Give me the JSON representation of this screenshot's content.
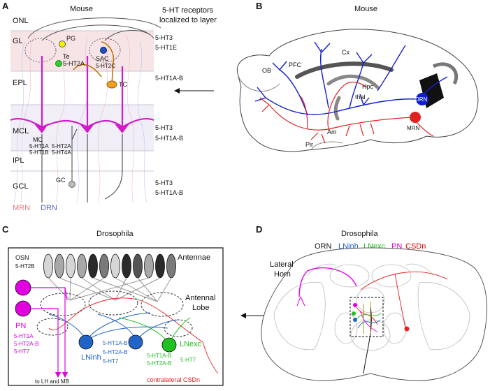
{
  "panels": {
    "A": {
      "letter": "A",
      "title": "Mouse",
      "heading_line1": "5-HT receptors",
      "heading_line2": "localized to layer",
      "layers": [
        "ONL",
        "GL",
        "EPL",
        "MCL",
        "IPL",
        "GCL"
      ],
      "cells": {
        "pg": "PG",
        "te": "Te",
        "sac": "SAC",
        "tc": "TC",
        "mc": "MC",
        "gc": "GC"
      },
      "receptors": {
        "te": "5-HT2A",
        "sac": "5-HT2C",
        "mc_a": "5-HT1A",
        "mc_b": "5-HT1B",
        "mc_c": "5-HT2A",
        "mc_d": "5-HT4A"
      },
      "right_receptors": {
        "gl_1": "5-HT3",
        "gl_2": "5-HT1E",
        "epl_1": "5-HT1A-B",
        "mcl_1": "5-HT3",
        "mcl_2": "5-HT1A-B",
        "gcl_1": "5-HT3",
        "gcl_2": "5-HT1A-B"
      },
      "legend": {
        "mrn": "MRN",
        "drn": "DRN",
        "mrn_color": "#e87a80",
        "drn_color": "#5a60d0"
      }
    },
    "B": {
      "letter": "B",
      "title": "Mouse",
      "regions": {
        "ob": "OB",
        "pfc": "PFC",
        "cx": "Cx",
        "hpc": "Hpc",
        "thal": "thal",
        "am": "Am",
        "pir": "Pir",
        "orn": "DRN",
        "mrn": "MRN"
      }
    },
    "C": {
      "letter": "C",
      "title": "Drosophila",
      "osn": "OSN",
      "osn_receptor": "5-HT2B",
      "antennae": "Antennae",
      "antennal_lobe_1": "Antennal",
      "antennal_lobe_2": "Lobe",
      "pn": "PN",
      "pn_receptors": [
        "5-HT1A",
        "5-HT2A-B",
        "5-HT7"
      ],
      "ln_inh": "LNinh",
      "ln_inh_receptors": [
        "5-HT1A-B",
        "5-HT2A-B",
        "5-HT7"
      ],
      "ln_exc": "LNexc",
      "ln_exc_receptors": [
        "5-HT1A-B",
        "5-HT2A-B",
        "5-HT7"
      ],
      "to_lh_mb": "to LH and MB",
      "csdn": "contralateral CSDn"
    },
    "D": {
      "letter": "D",
      "title": "Drosophila",
      "legend": {
        "orn": "ORN",
        "ln_inh": "LNinh",
        "ln_exc": "LNexc",
        "pn": "PN",
        "csdn": "CSDn"
      },
      "lateral_horn_1": "Lateral",
      "lateral_horn_2": "Horn"
    }
  },
  "colors": {
    "mitral": "#d01cc8",
    "pn": "#e000e0",
    "ln_inh": "#2064c8",
    "ln_exc": "#22c020",
    "csdn": "#e00000",
    "drn_blue": "#1020d0",
    "mrn_red": "#e52020",
    "tc_orange": "#f0a020",
    "pg_yellow": "#f0f000"
  }
}
